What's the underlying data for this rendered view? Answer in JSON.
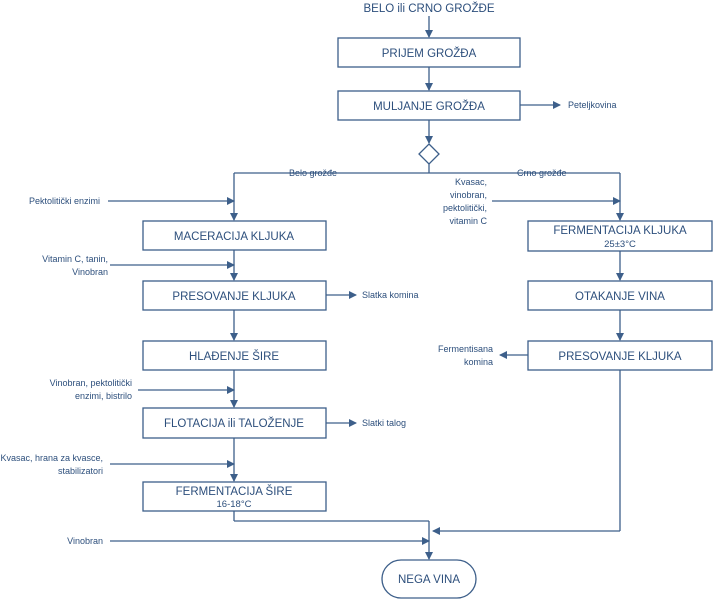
{
  "diagram": {
    "start_label": "BELO ili CRNO GROŽĐE",
    "nodes": {
      "prijem": "PRIJEM GROŽĐA",
      "muljanje": "MULJANJE GROŽĐA",
      "maceracija": "MACERACIJA KLJUKA",
      "presovanje_white": "PRESOVANJE KLJUKA",
      "hladjenje": "HLAĐENJE ŠIRE",
      "flotacija": "FLOTACIJA ili TALOŽENJE",
      "fermentacija_sire": "FERMENTACIJA ŠIRE",
      "fermentacija_sire_temp": "16-18°C",
      "fermentacija_kljuka": "FERMENTACIJA KLJUKA",
      "fermentacija_kljuka_temp": "25±3°C",
      "otakanje": "OTAKANJE VINA",
      "presovanje_red": "PRESOVANJE KLJUKA",
      "nega": "NEGA VINA"
    },
    "branches": {
      "white": "Belo grožđe",
      "red": "Crno grožđe"
    },
    "inputs": {
      "pektoliticki": "Pektolitički enzimi",
      "vitamin_line1": "Vitamin C, tanin,",
      "vitamin_line2": "Vinobran",
      "vinobran_pekt_line1": "Vinobran, pektolitički",
      "vinobran_pekt_line2": "enzimi, bistrilo",
      "kvasac_white_line1": "Kvasac, hrana za kvasce,",
      "kvasac_white_line2": "stabilizatori",
      "vinobran": "Vinobran",
      "kvasac_red_line1": "Kvasac,",
      "kvasac_red_line2": "vinobran,",
      "kvasac_red_line3": "pektolitički,",
      "kvasac_red_line4": "vitamin C"
    },
    "outputs": {
      "peteljkovina": "Peteljkovina",
      "slatka_komina": "Slatka komina",
      "slatki_talog": "Slatki talog",
      "fermentisana_line1": "Fermentisana",
      "fermentisana_line2": "komina"
    }
  }
}
